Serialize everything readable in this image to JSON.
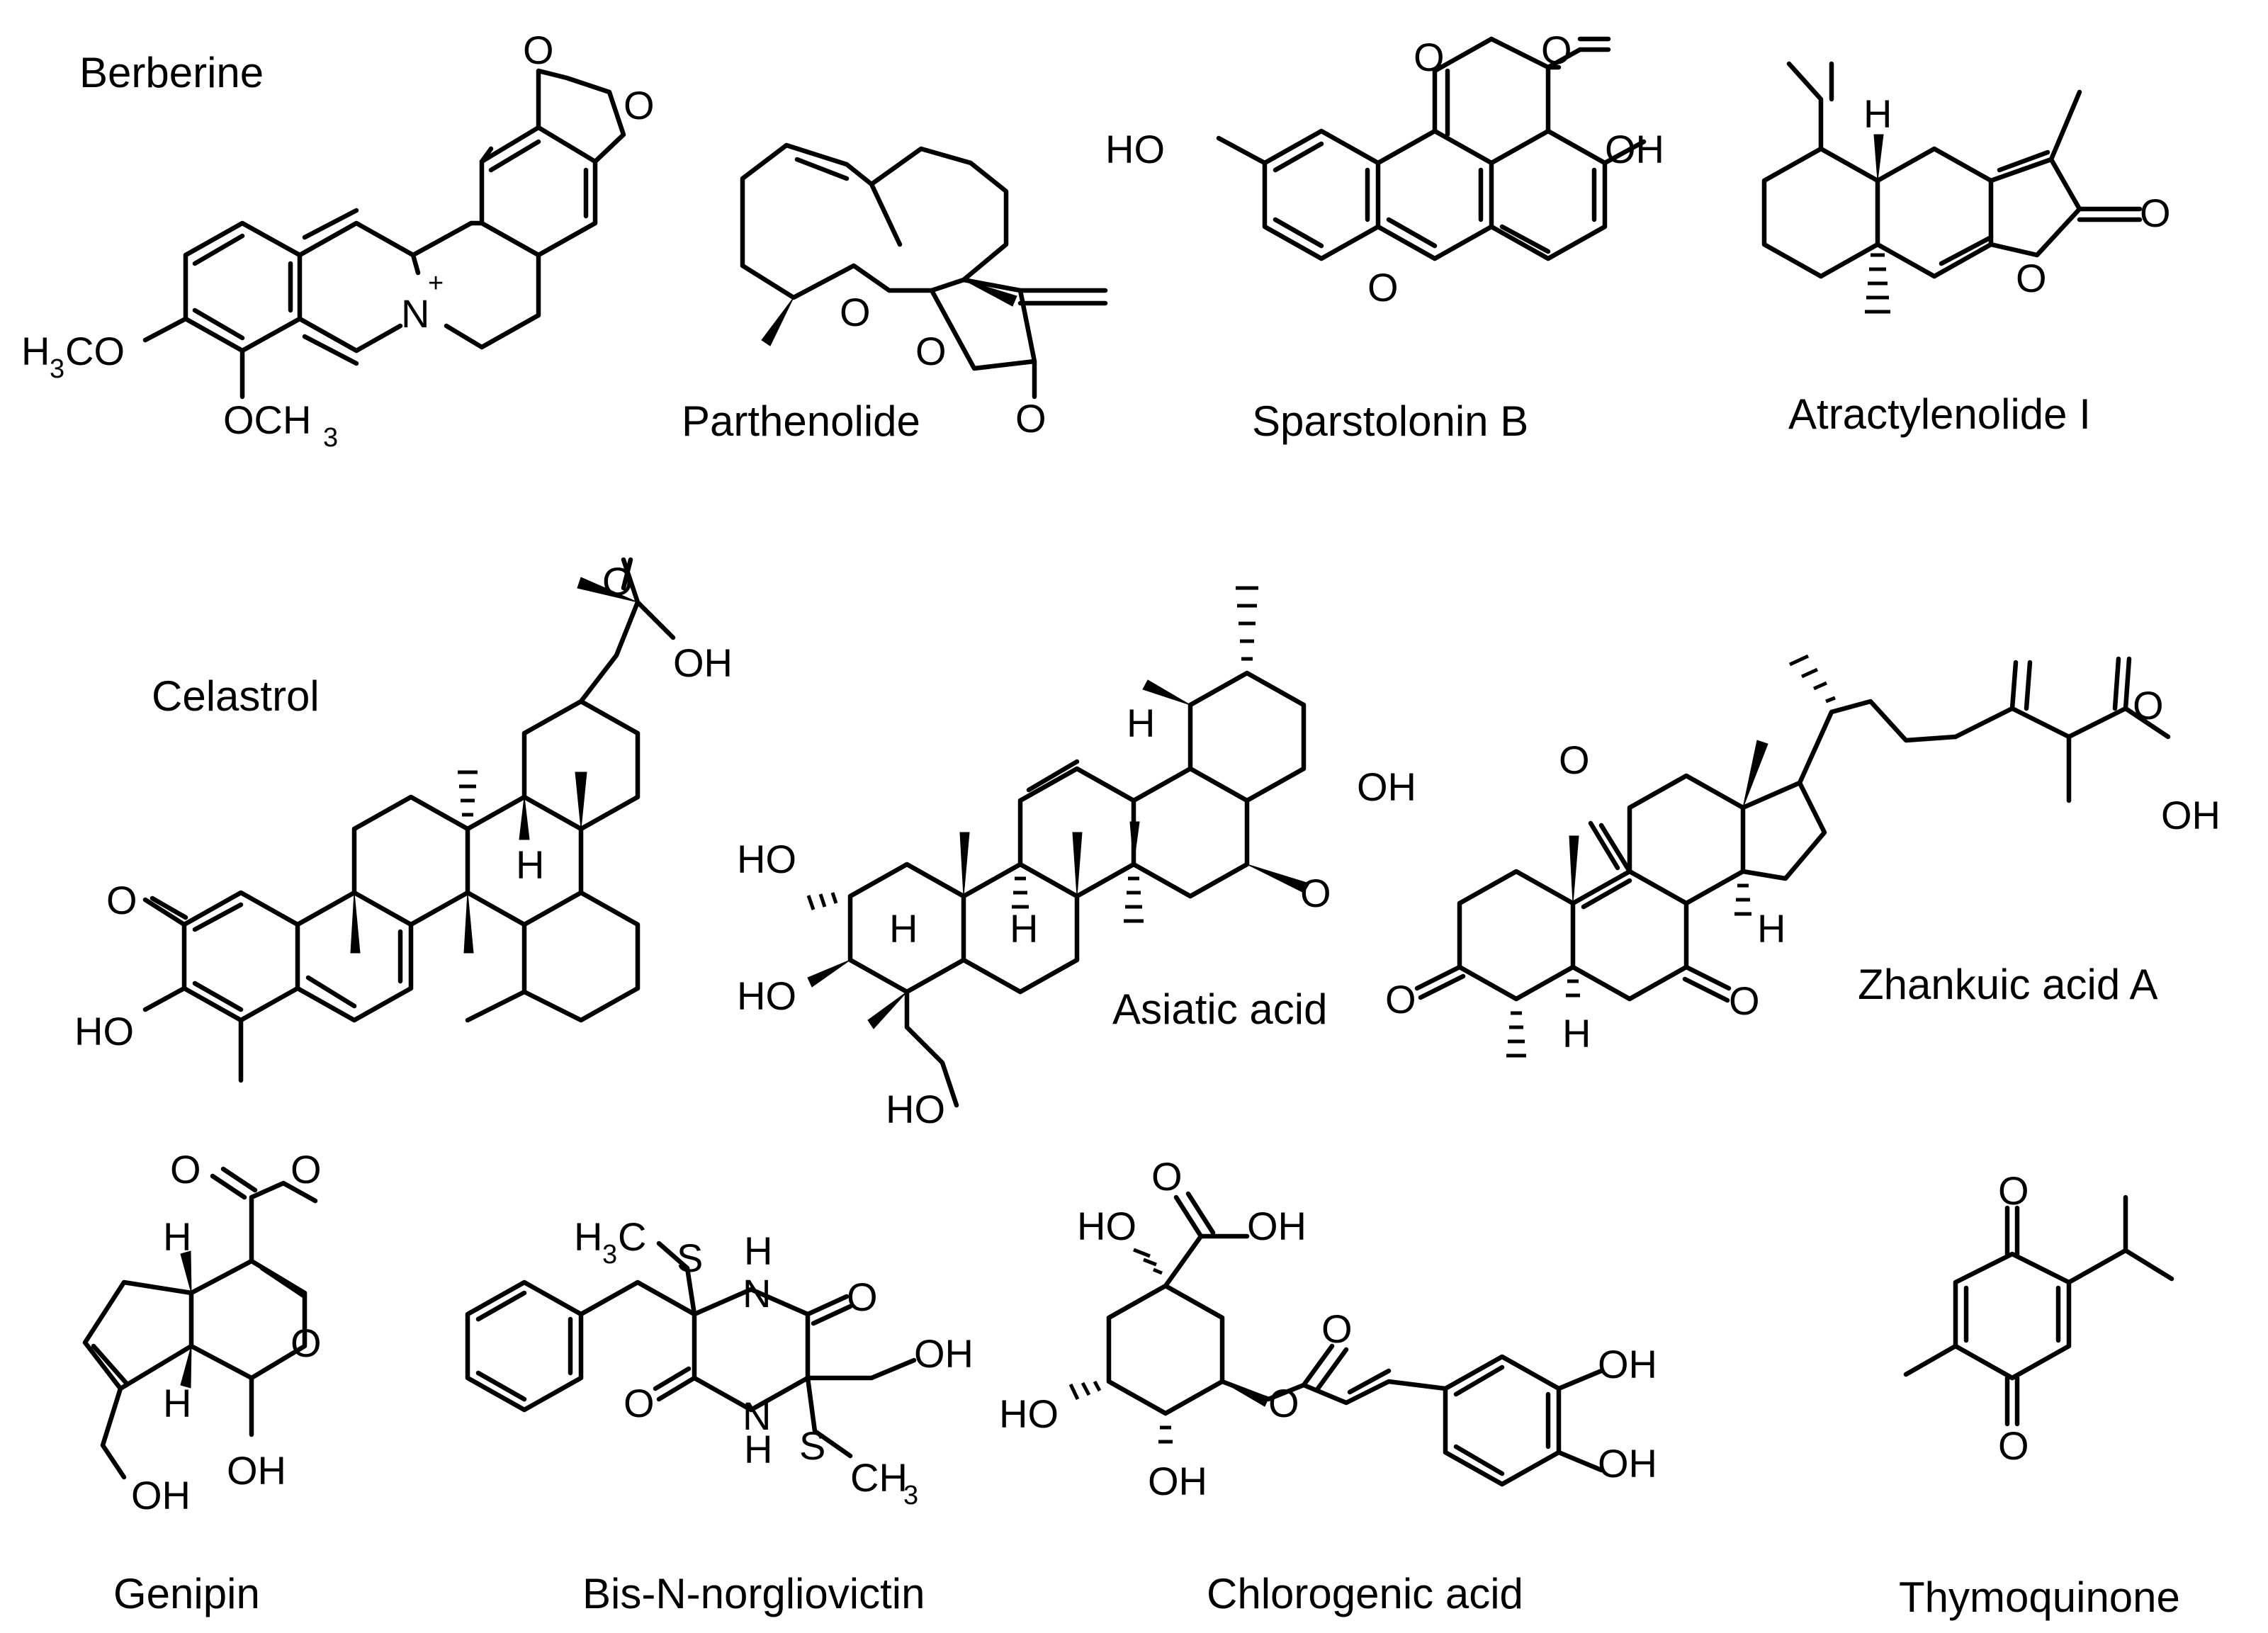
{
  "compounds": [
    {
      "id": "berberine",
      "name": "Berberine",
      "atoms": {
        "o1": "O",
        "o2": "O",
        "h3co": "H",
        "h3co_sub": "3",
        "h3co_rest": "CO",
        "och3": "OCH",
        "och3_sub": "3",
        "n": "N",
        "plus": "+"
      }
    },
    {
      "id": "parthenolide",
      "name": "Parthenolide",
      "atoms": {
        "o_epox": "O",
        "o_ring": "O",
        "o_carb": "O"
      }
    },
    {
      "id": "sparstolonin_b",
      "name": "Sparstolonin B",
      "atoms": {
        "o1": "O",
        "o2": "O",
        "ho": "HO",
        "oh": "OH",
        "o3": "O"
      }
    },
    {
      "id": "atractylenolide_i",
      "name": "Atractylenolide I",
      "atoms": {
        "h": "H",
        "o1": "O",
        "o2": "O"
      }
    },
    {
      "id": "celastrol",
      "name": "Celastrol",
      "atoms": {
        "o1": "O",
        "oh1": "OH",
        "o2": "O",
        "ho": "HO",
        "h": "H"
      }
    },
    {
      "id": "asiatic_acid",
      "name": "Asiatic acid",
      "atoms": {
        "h1": "H",
        "oh": "OH",
        "o": "O",
        "ho1": "HO",
        "ho2": "HO",
        "h2": "H",
        "h3": "H",
        "ho3": "HO"
      }
    },
    {
      "id": "zhankuic_acid_a",
      "name": "Zhankuic acid A",
      "atoms": {
        "o1": "O",
        "oh": "OH",
        "o2": "O",
        "o3": "O",
        "o4": "O",
        "h1": "H",
        "h2": "H"
      }
    },
    {
      "id": "genipin",
      "name": "Genipin",
      "atoms": {
        "o1": "O",
        "o2": "O",
        "h1": "H",
        "o3": "O",
        "h2": "H",
        "oh1": "OH",
        "oh2": "OH"
      }
    },
    {
      "id": "bis_n_norgliovictin",
      "name": "Bis-N-norgliovictin",
      "atoms": {
        "h3c": "H",
        "h3c_sub": "3",
        "h3c_c": "C",
        "s1": "S",
        "nh1": "N",
        "nh1_h": "H",
        "o1": "O",
        "o2": "O",
        "nh2": "N",
        "nh2_h": "H",
        "oh": "OH",
        "s2": "S",
        "ch3": "CH",
        "ch3_sub": "3"
      }
    },
    {
      "id": "chlorogenic_acid",
      "name": "Chlorogenic acid",
      "atoms": {
        "o1": "O",
        "ho1": "HO",
        "oh1": "OH",
        "o2": "O",
        "ho2": "HO",
        "o3": "O",
        "oh2": "OH",
        "oh3": "OH",
        "oh4": "OH"
      }
    },
    {
      "id": "thymoquinone",
      "name": "Thymoquinone",
      "atoms": {
        "o1": "O",
        "o2": "O"
      }
    }
  ]
}
